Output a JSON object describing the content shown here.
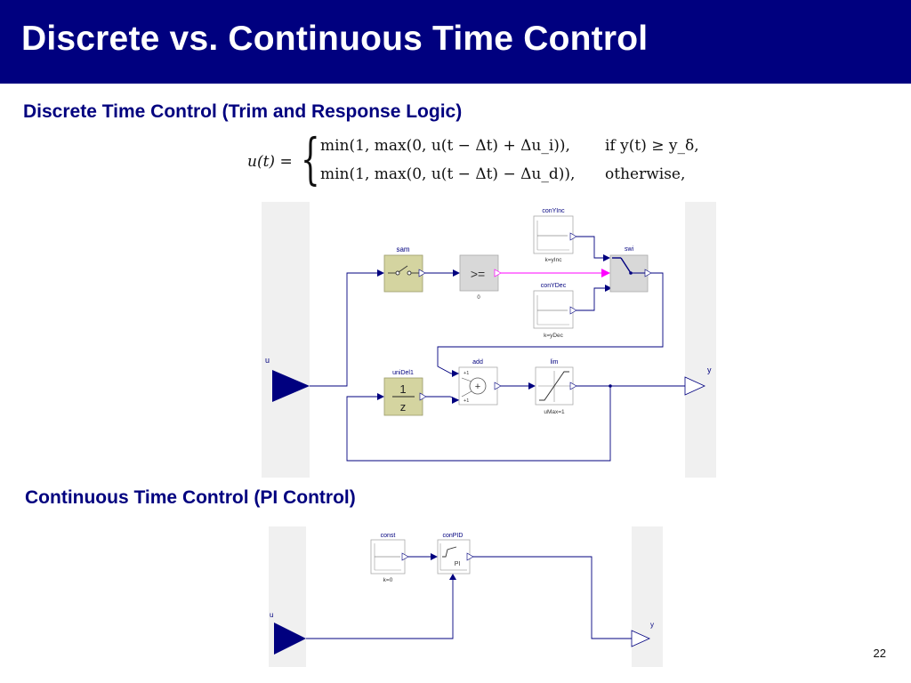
{
  "header": {
    "title": "Discrete vs. Continuous Time Control"
  },
  "section1": {
    "title": "Discrete Time Control (Trim and Response Logic)",
    "formula": {
      "lhs": "u(t) =",
      "case1_expr": "min(1, max(0, u(t − Δt) + Δu_i)),",
      "case1_cond": "if y(t) ≥ y_δ,",
      "case2_expr": "min(1, max(0, u(t − Δt) − Δu_d)),",
      "case2_cond": "otherwise,"
    },
    "diagram": {
      "input_label": "u",
      "output_label": "y",
      "sam": {
        "name": "sam"
      },
      "ge": {
        "symbol": ">=",
        "param": "0"
      },
      "conYInc": {
        "name": "conYInc",
        "param": "k=yInc"
      },
      "conYDec": {
        "name": "conYDec",
        "param": "k=yDec"
      },
      "swi": {
        "name": "swi"
      },
      "uniDel1": {
        "name": "uniDel1",
        "num": "1",
        "den": "z"
      },
      "add": {
        "name": "add",
        "k1": "+1",
        "k2": "+1",
        "symbol": "+"
      },
      "lim": {
        "name": "lim",
        "param": "uMax=1"
      }
    }
  },
  "section2": {
    "title": "Continuous Time Control (PI Control)",
    "diagram": {
      "input_label": "u",
      "output_label": "y",
      "const": {
        "name": "const",
        "param": "k=0"
      },
      "conPID": {
        "name": "conPID",
        "label": "PI"
      }
    }
  },
  "colors": {
    "header_bg": "#00007f",
    "accent_text": "#00007f",
    "wire": "#00007f",
    "boolean_wire": "#ff00ff",
    "panel_bg": "#f0f0f0",
    "block_yellow": "#d4d4a0"
  },
  "page_number": "22"
}
